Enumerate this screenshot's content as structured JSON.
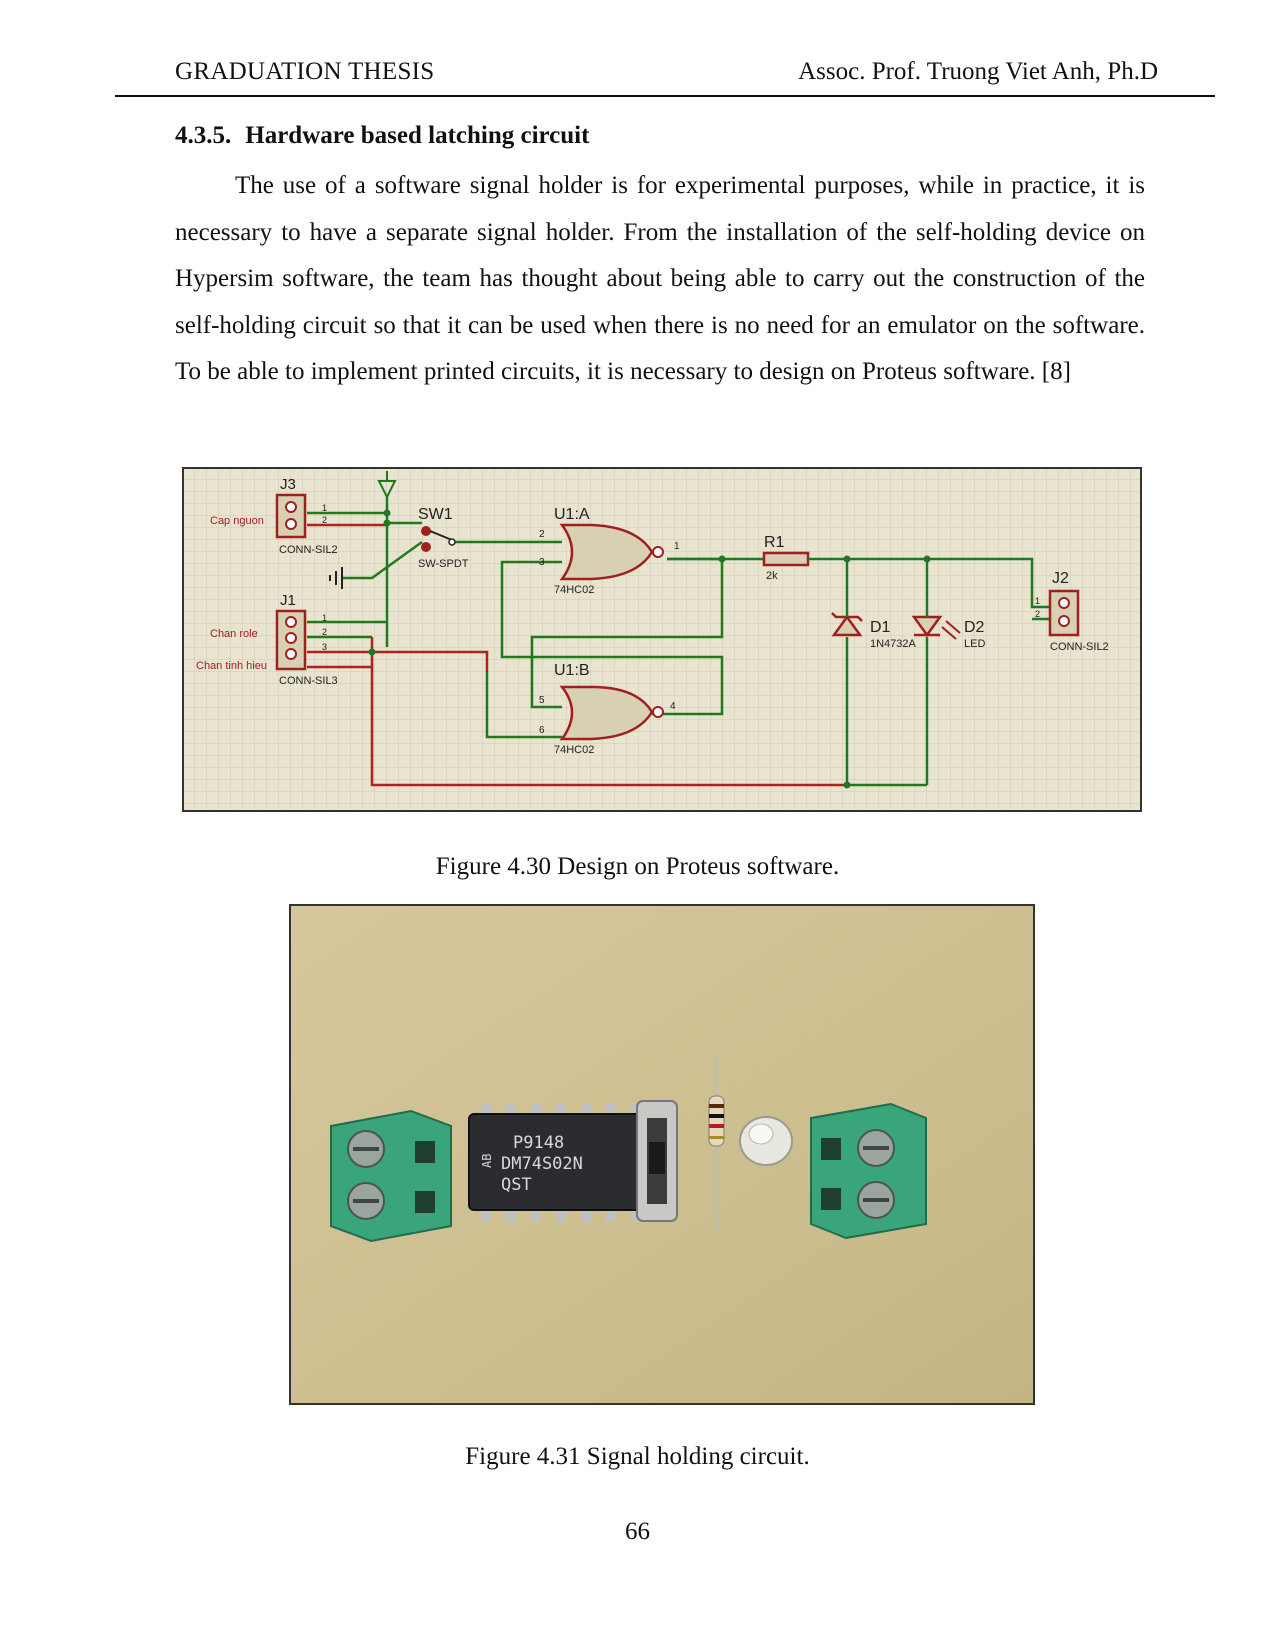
{
  "header": {
    "left": "GRADUATION THESIS",
    "right": "Assoc. Prof. Truong Viet Anh, Ph.D"
  },
  "section": {
    "number": "4.3.5.",
    "title": "Hardware based latching circuit"
  },
  "paragraph": "The use of a software signal holder is for experimental purposes, while in practice, it is necessary to have a separate signal holder. From the installation of the self-holding device on Hypersim software, the team has thought about being able to carry out the construction of the self-holding circuit so that it can be used when there is no need for an emulator on the software. To be able to implement printed circuits, it is necessary to design on Proteus software. [8]",
  "schematic": {
    "j3": {
      "ref": "J3",
      "type": "CONN-SIL2",
      "label": "Cap nguon",
      "pins": [
        "1",
        "2"
      ]
    },
    "j1": {
      "ref": "J1",
      "type": "CONN-SIL3",
      "labels": [
        "Chan role",
        "Chan tinh hieu"
      ],
      "pins": [
        "1",
        "2",
        "3"
      ]
    },
    "sw1": {
      "ref": "SW1",
      "type": "SW-SPDT"
    },
    "u1a": {
      "ref": "U1:A",
      "type": "74HC02",
      "pins": [
        "2",
        "3",
        "1"
      ]
    },
    "u1b": {
      "ref": "U1:B",
      "type": "74HC02",
      "pins": [
        "5",
        "6",
        "4"
      ]
    },
    "r1": {
      "ref": "R1",
      "value": "2k"
    },
    "d1": {
      "ref": "D1",
      "type": "1N4732A"
    },
    "d2": {
      "ref": "D2",
      "type": "LED"
    },
    "j2": {
      "ref": "J2",
      "type": "CONN-SIL2",
      "pins": [
        "1",
        "2"
      ]
    }
  },
  "photo": {
    "chip_text": [
      "P9148",
      "DM74S02N",
      "QST"
    ],
    "chip_side": "AB"
  },
  "figures": {
    "fig1_caption": "Figure 4.30 Design on Proteus software.",
    "fig2_caption": "Figure 4.31 Signal holding circuit."
  },
  "page_number": "66",
  "colors": {
    "schematic_bg": "#e8e4cf",
    "grid": "#cfcab3",
    "wire_green": "#1f7a1f",
    "wire_red": "#b02020",
    "component_fill": "#d8d0b3",
    "component_stroke": "#a02020",
    "photo_bg": "#cdbf92",
    "terminal_green": "#3aa57a"
  }
}
